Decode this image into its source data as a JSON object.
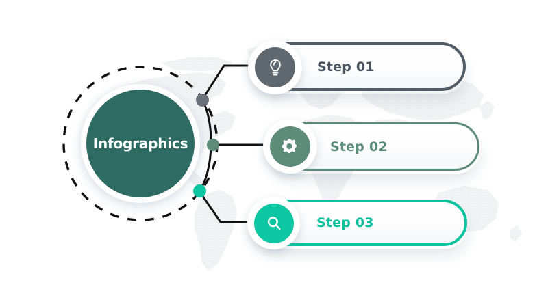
{
  "graphic": {
    "type": "process-infographic",
    "background": "#ffffff",
    "world_map_watermark": true
  },
  "hub": {
    "label": "Infographics",
    "fill_color": "#2e6b62",
    "text_color": "#ffffff",
    "ring_color": "#ffffff",
    "dashed_outline": true,
    "dashed_outline_color": "#111111"
  },
  "connectors": {
    "line_color": "#111111",
    "nodes": [
      {
        "name": "node-step-01",
        "color": "#6b7178",
        "target": "Step 01"
      },
      {
        "name": "node-step-02",
        "color": "#5d8d79",
        "target": "Step 02"
      },
      {
        "name": "node-step-03",
        "color": "#0dc6a2",
        "target": "Step 03"
      }
    ]
  },
  "steps": [
    {
      "label": "Step 01",
      "icon": "lightbulb-icon",
      "border_color": "#515c66",
      "badge_color": "#5f686f",
      "text_color": "#4a5560"
    },
    {
      "label": "Step 02",
      "icon": "gear-icon",
      "border_color": "#5c8a78",
      "badge_color": "#5d8d79",
      "text_color": "#5b8c78"
    },
    {
      "label": "Step 03",
      "icon": "search-icon",
      "border_color": "#0cc3a0",
      "badge_color": "#0dc6a2",
      "text_color": "#0cbf9d"
    }
  ]
}
